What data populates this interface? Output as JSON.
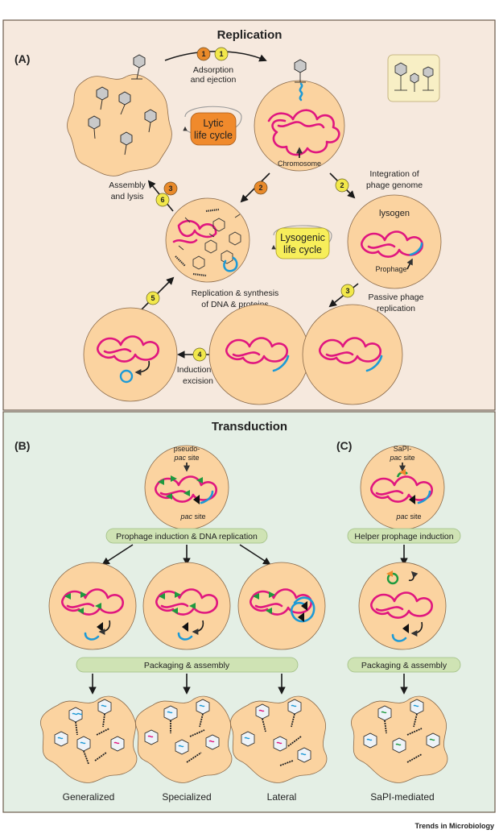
{
  "panels": {
    "replication": {
      "title": "Replication",
      "letter": "(A)"
    },
    "transduction": {
      "title": "Transduction",
      "letter_b": "(B)",
      "letter_c": "(C)"
    }
  },
  "steps": {
    "s1a": "1",
    "s1b": "1",
    "s2a": "2",
    "s2b": "2",
    "s3a": "3",
    "s3b": "3",
    "s4": "4",
    "s5": "5",
    "s6": "6"
  },
  "labels": {
    "adsorption_1": "Adsorption",
    "adsorption_2": "and ejection",
    "lytic_1": "Lytic",
    "lytic_2": "life cycle",
    "chromosome": "Chromosome",
    "integration_1": "Integration of",
    "integration_2": "phage genome",
    "assembly_1": "Assembly",
    "assembly_2": "and lysis",
    "lysogen": "lysogen",
    "lysogenic_1": "Lysogenic",
    "lysogenic_2": "life cycle",
    "prophage": "Prophage",
    "passive_1": "Passive phage",
    "passive_2": "replication",
    "replication_1": "Replication & synthesis",
    "replication_2": "of DNA & proteins",
    "induction_1": "Induction &",
    "induction_2": "excision",
    "pseudo_1": "pseudo-",
    "pseudo_2": "pac",
    "pseudo_3": " site",
    "pac_b": "pac",
    "pac_b_2": " site",
    "sapi_1": "SaPI-",
    "sapi_2": "pac",
    "sapi_3": " site",
    "pac_c": "pac",
    "pac_c_2": " site",
    "prophage_induction": "Prophage induction & DNA replication",
    "helper_induction": "Helper prophage induction",
    "packaging_b": "Packaging & assembly",
    "packaging_c": "Packaging & assembly"
  },
  "captions": {
    "generalized": "Generalized",
    "specialized": "Specialized",
    "lateral": "Lateral",
    "sapi": "SaPI-mediated"
  },
  "footer": "Trends in Microbiology",
  "colors": {
    "panel_a_bg": "#f6e9de",
    "panel_b_bg": "#e4efe5",
    "cell": "#fbd3a0",
    "dna": "#e0167f",
    "prophage": "#1d9ad6",
    "lytic_badge": "#f08a2c",
    "lysogenic_badge": "#f7ee5a",
    "step_orange": "#e98a2a",
    "step_yellow": "#f2e84b",
    "pill": "#cfe3b4",
    "pac_arrow": "#1e9a3e",
    "sapi_marker": "#f08a2c"
  }
}
